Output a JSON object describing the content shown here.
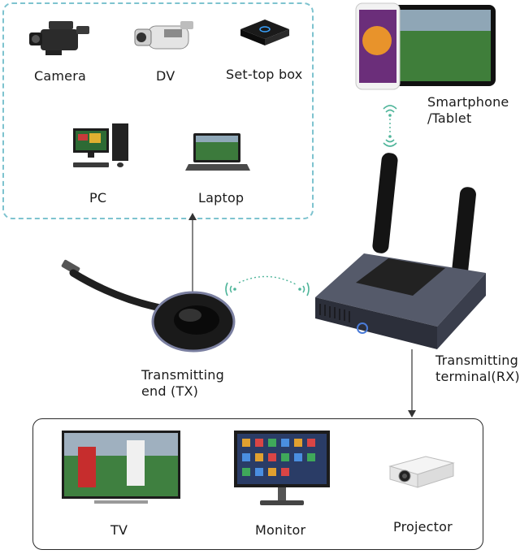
{
  "sources": {
    "camera": "Camera",
    "dv": "DV",
    "settop": "Set-top box",
    "pc": "PC",
    "laptop": "Laptop"
  },
  "smartphone": {
    "line1": "Smartphone",
    "line2": "/Tablet"
  },
  "tx": {
    "line1": "Transmitting",
    "line2": "end (TX)"
  },
  "rx": {
    "line1": "Transmitting",
    "line2": "terminal(RX)"
  },
  "outputs": {
    "tv": "TV",
    "monitor": "Monitor",
    "projector": "Projector"
  },
  "colors": {
    "dashed_border": "#7ec3cf",
    "signal": "#4fb59a"
  }
}
